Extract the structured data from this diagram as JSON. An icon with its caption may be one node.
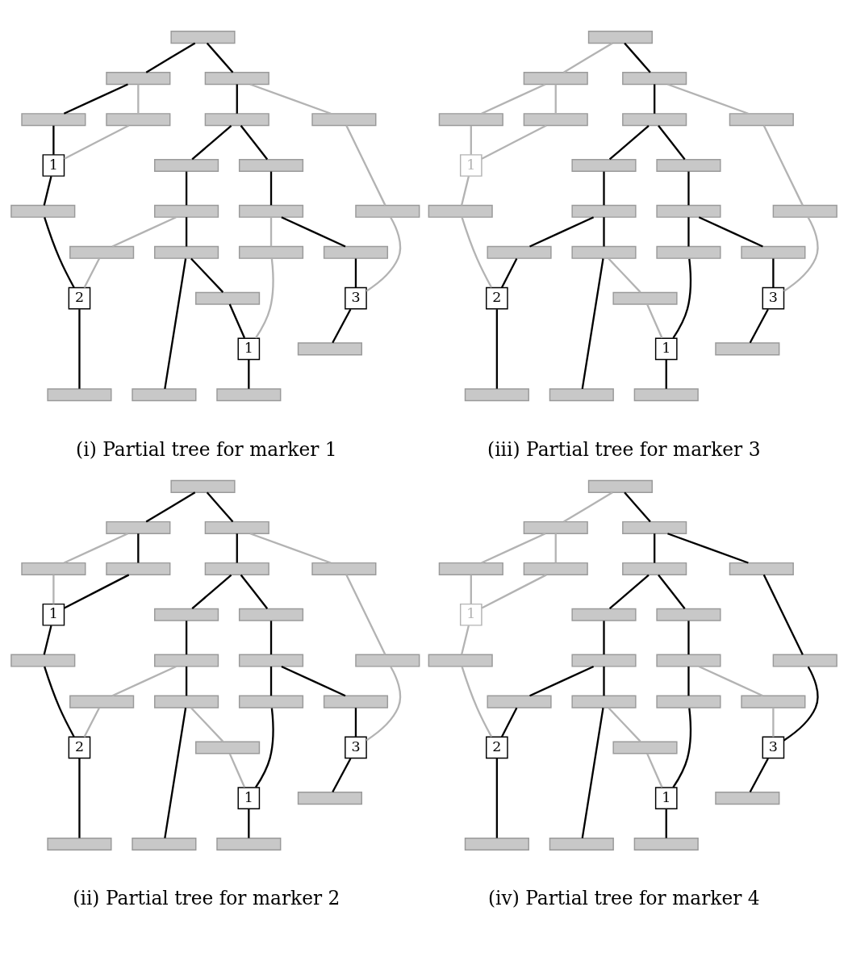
{
  "diagram": {
    "nodes": [
      {
        "text": [],
        "shape": "bar"
      },
      {
        "text": [],
        "shape": "bar"
      },
      {
        "text": [],
        "shape": "bar"
      },
      {
        "text": [],
        "shape": "bar"
      },
      {
        "text": [],
        "shape": "bar"
      },
      {
        "text": [],
        "shape": "bar"
      },
      {
        "text": [],
        "shape": "bar"
      },
      {
        "text": [],
        "shape": "bar"
      },
      {
        "text": [],
        "shape": "bar"
      },
      {
        "text": [],
        "shape": "bar"
      },
      {
        "text": [],
        "shape": "bar"
      },
      {
        "text": [
          "1"
        ]
      },
      {
        "text": [],
        "shape": "bar"
      },
      {
        "text": [],
        "shape": "bar"
      },
      {
        "text": [
          "2"
        ]
      },
      {
        "text": [],
        "shape": "bar"
      },
      {
        "text": [],
        "shape": "bar"
      },
      {
        "text": [],
        "shape": "bar"
      },
      {
        "text": [],
        "shape": "bar"
      },
      {
        "text": [
          "1"
        ]
      },
      {
        "text": [],
        "shape": "bar"
      },
      {
        "text": [],
        "shape": "bar"
      },
      {
        "text": [],
        "shape": "bar"
      },
      {
        "text": [],
        "shape": "bar"
      },
      {
        "text": [
          "3"
        ]
      },
      {
        "text": [],
        "shape": "bar"
      },
      {
        "text": [],
        "shape": "bar"
      },
      {
        "text": [],
        "shape": "bar"
      },
      {
        "text": [],
        "shape": "bar"
      },
      {
        "text": [],
        "shape": "bar"
      },
      {
        "text": [],
        "shape": "bar"
      },
      {
        "text": [],
        "shape": "bar"
      },
      {
        "text": [],
        "shape": "bar"
      },
      {
        "text": [],
        "shape": "bar"
      },
      {
        "text": [],
        "shape": "bar"
      },
      {
        "text": [],
        "shape": "bar"
      },
      {
        "text": [],
        "shape": "bar"
      },
      {
        "text": [
          "1"
        ]
      },
      {
        "text": [],
        "shape": "bar"
      },
      {
        "text": [],
        "shape": "bar"
      },
      {
        "text": [
          "2"
        ]
      },
      {
        "text": [],
        "shape": "bar"
      },
      {
        "text": [],
        "shape": "bar"
      },
      {
        "text": [],
        "shape": "bar"
      },
      {
        "text": [],
        "shape": "bar"
      },
      {
        "text": [
          "1"
        ]
      },
      {
        "text": [],
        "shape": "bar"
      },
      {
        "text": [],
        "shape": "bar"
      },
      {
        "text": [],
        "shape": "bar"
      },
      {
        "text": [],
        "shape": "bar"
      },
      {
        "text": [
          "3"
        ]
      },
      {
        "text": [],
        "shape": "bar"
      },
      {
        "text": [],
        "shape": "bar"
      },
      {
        "text": [],
        "shape": "bar"
      },
      {
        "text": [],
        "shape": "bar"
      },
      {
        "text": [],
        "shape": "bar"
      },
      {
        "text": [],
        "shape": "bar"
      },
      {
        "text": [],
        "shape": "bar"
      },
      {
        "text": [],
        "shape": "bar"
      },
      {
        "text": [],
        "shape": "bar"
      },
      {
        "text": [],
        "shape": "bar"
      },
      {
        "text": [],
        "shape": "bar"
      },
      {
        "text": [],
        "shape": "bar"
      },
      {
        "text": [
          "1"
        ]
      },
      {
        "text": [],
        "shape": "bar"
      },
      {
        "text": [],
        "shape": "bar"
      },
      {
        "text": [
          "2"
        ]
      },
      {
        "text": [],
        "shape": "bar"
      },
      {
        "text": [],
        "shape": "bar"
      },
      {
        "text": [],
        "shape": "bar"
      },
      {
        "text": [],
        "shape": "bar"
      },
      {
        "text": [
          "1"
        ]
      },
      {
        "text": [],
        "shape": "bar"
      },
      {
        "text": [],
        "shape": "bar"
      },
      {
        "text": [],
        "shape": "bar"
      },
      {
        "text": [],
        "shape": "bar"
      },
      {
        "text": [
          "3"
        ]
      },
      {
        "text": [],
        "shape": "bar"
      },
      {
        "text": [],
        "shape": "bar"
      },
      {
        "text": [],
        "shape": "bar"
      },
      {
        "text": [],
        "shape": "bar"
      },
      {
        "text": [],
        "shape": "bar"
      },
      {
        "text": [],
        "shape": "bar"
      },
      {
        "text": [],
        "shape": "bar"
      },
      {
        "text": [],
        "shape": "bar"
      },
      {
        "text": [],
        "shape": "bar"
      },
      {
        "text": [],
        "shape": "bar"
      },
      {
        "text": [],
        "shape": "bar"
      },
      {
        "text": [],
        "shape": "bar"
      },
      {
        "text": [
          "1"
        ]
      },
      {
        "text": [],
        "shape": "bar"
      },
      {
        "text": [],
        "shape": "bar"
      },
      {
        "text": [
          "2"
        ]
      },
      {
        "text": [],
        "shape": "bar"
      },
      {
        "text": [],
        "shape": "bar"
      },
      {
        "text": [],
        "shape": "bar"
      },
      {
        "text": [],
        "shape": "bar"
      },
      {
        "text": [
          "1"
        ]
      },
      {
        "text": [],
        "shape": "bar"
      },
      {
        "text": [],
        "shape": "bar"
      },
      {
        "text": [],
        "shape": "bar"
      },
      {
        "text": [],
        "shape": "bar"
      },
      {
        "text": [
          "3"
        ]
      },
      {
        "text": [],
        "shape": "bar"
      }
    ],
    "edges": [
      {
        "from": 0,
        "to": 1,
        "arrow": "none"
      },
      {
        "from": 0,
        "to": 2,
        "arrow": "none"
      },
      {
        "from": 1,
        "to": 9,
        "arrow": "none"
      },
      {
        "from": 1,
        "to": 10,
        "arrow": "none",
        "color": "#b3b3b3"
      },
      {
        "from": 2,
        "to": 3,
        "arrow": "none"
      },
      {
        "from": 2,
        "to": 4,
        "arrow": "none",
        "color": "#b3b3b3"
      },
      {
        "from": 3,
        "to": 5,
        "arrow": "none"
      },
      {
        "from": 3,
        "to": 7,
        "arrow": "none"
      },
      {
        "from": 5,
        "to": 6,
        "arrow": "none"
      },
      {
        "from": 7,
        "to": 8,
        "arrow": "none"
      },
      {
        "from": 9,
        "to": 11,
        "arrow": "none"
      },
      {
        "from": 10,
        "to": 11,
        "arrow": "none",
        "color": "#b3b3b3"
      },
      {
        "from": 11,
        "to": 12,
        "arrow": "none"
      },
      {
        "from": 6,
        "to": 13,
        "arrow": "none",
        "color": "#b3b3b3"
      },
      {
        "from": 6,
        "to": 16,
        "arrow": "none"
      },
      {
        "from": 12,
        "to": 14,
        "arrow": "none"
      },
      {
        "from": 13,
        "to": 14,
        "arrow": "none",
        "color": "#b3b3b3"
      },
      {
        "from": 14,
        "to": 15,
        "arrow": "none"
      },
      {
        "from": 16,
        "to": 21,
        "arrow": "none"
      },
      {
        "from": 16,
        "to": 17,
        "arrow": "none"
      },
      {
        "from": 17,
        "to": 19,
        "arrow": "none"
      },
      {
        "from": 18,
        "to": 19,
        "arrow": "none",
        "color": "#b3b3b3"
      },
      {
        "from": 19,
        "to": 20,
        "arrow": "none"
      },
      {
        "from": 8,
        "to": 18,
        "arrow": "none",
        "color": "#b3b3b3"
      },
      {
        "from": 8,
        "to": 22,
        "arrow": "none"
      },
      {
        "from": 22,
        "to": 24,
        "arrow": "none"
      },
      {
        "from": 4,
        "to": 23,
        "arrow": "none",
        "color": "#b3b3b3"
      },
      {
        "from": 23,
        "to": 24,
        "arrow": "none",
        "color": "#b3b3b3"
      },
      {
        "from": 24,
        "to": 25,
        "arrow": "none"
      },
      {
        "from": 26,
        "to": 27,
        "arrow": "none",
        "color": "#b3b3b3"
      },
      {
        "from": 26,
        "to": 28,
        "arrow": "none"
      },
      {
        "from": 27,
        "to": 35,
        "arrow": "none",
        "color": "#b3b3b3"
      },
      {
        "from": 27,
        "to": 36,
        "arrow": "none",
        "color": "#b3b3b3"
      },
      {
        "from": 28,
        "to": 29,
        "arrow": "none"
      },
      {
        "from": 28,
        "to": 30,
        "arrow": "none",
        "color": "#b3b3b3"
      },
      {
        "from": 29,
        "to": 31,
        "arrow": "none"
      },
      {
        "from": 29,
        "to": 33,
        "arrow": "none"
      },
      {
        "from": 31,
        "to": 32,
        "arrow": "none"
      },
      {
        "from": 33,
        "to": 34,
        "arrow": "none"
      },
      {
        "from": 35,
        "to": 37,
        "arrow": "none",
        "color": "#b3b3b3"
      },
      {
        "from": 36,
        "to": 37,
        "arrow": "none",
        "color": "#b3b3b3"
      },
      {
        "from": 37,
        "to": 38,
        "arrow": "none",
        "color": "#b3b3b3"
      },
      {
        "from": 32,
        "to": 39,
        "arrow": "none"
      },
      {
        "from": 32,
        "to": 42,
        "arrow": "none"
      },
      {
        "from": 38,
        "to": 40,
        "arrow": "none",
        "color": "#b3b3b3"
      },
      {
        "from": 39,
        "to": 40,
        "arrow": "none"
      },
      {
        "from": 40,
        "to": 41,
        "arrow": "none"
      },
      {
        "from": 42,
        "to": 47,
        "arrow": "none"
      },
      {
        "from": 42,
        "to": 43,
        "arrow": "none",
        "color": "#b3b3b3"
      },
      {
        "from": 43,
        "to": 45,
        "arrow": "none",
        "color": "#b3b3b3"
      },
      {
        "from": 44,
        "to": 45,
        "arrow": "none"
      },
      {
        "from": 45,
        "to": 46,
        "arrow": "none"
      },
      {
        "from": 34,
        "to": 44,
        "arrow": "none"
      },
      {
        "from": 34,
        "to": 48,
        "arrow": "none"
      },
      {
        "from": 48,
        "to": 50,
        "arrow": "none"
      },
      {
        "from": 30,
        "to": 49,
        "arrow": "none",
        "color": "#b3b3b3"
      },
      {
        "from": 49,
        "to": 50,
        "arrow": "none",
        "color": "#b3b3b3"
      },
      {
        "from": 50,
        "to": 51,
        "arrow": "none"
      },
      {
        "from": 52,
        "to": 53,
        "arrow": "none"
      },
      {
        "from": 52,
        "to": 54,
        "arrow": "none"
      },
      {
        "from": 53,
        "to": 61,
        "arrow": "none",
        "color": "#b3b3b3"
      },
      {
        "from": 53,
        "to": 62,
        "arrow": "none"
      },
      {
        "from": 54,
        "to": 55,
        "arrow": "none"
      },
      {
        "from": 54,
        "to": 56,
        "arrow": "none",
        "color": "#b3b3b3"
      },
      {
        "from": 55,
        "to": 57,
        "arrow": "none"
      },
      {
        "from": 55,
        "to": 59,
        "arrow": "none"
      },
      {
        "from": 57,
        "to": 58,
        "arrow": "none"
      },
      {
        "from": 59,
        "to": 60,
        "arrow": "none"
      },
      {
        "from": 61,
        "to": 63,
        "arrow": "none",
        "color": "#b3b3b3"
      },
      {
        "from": 62,
        "to": 63,
        "arrow": "none"
      },
      {
        "from": 63,
        "to": 64,
        "arrow": "none"
      },
      {
        "from": 58,
        "to": 65,
        "arrow": "none",
        "color": "#b3b3b3"
      },
      {
        "from": 58,
        "to": 68,
        "arrow": "none"
      },
      {
        "from": 64,
        "to": 66,
        "arrow": "none"
      },
      {
        "from": 65,
        "to": 66,
        "arrow": "none",
        "color": "#b3b3b3"
      },
      {
        "from": 66,
        "to": 67,
        "arrow": "none"
      },
      {
        "from": 68,
        "to": 73,
        "arrow": "none"
      },
      {
        "from": 68,
        "to": 69,
        "arrow": "none",
        "color": "#b3b3b3"
      },
      {
        "from": 69,
        "to": 71,
        "arrow": "none",
        "color": "#b3b3b3"
      },
      {
        "from": 70,
        "to": 71,
        "arrow": "none"
      },
      {
        "from": 71,
        "to": 72,
        "arrow": "none"
      },
      {
        "from": 60,
        "to": 70,
        "arrow": "none"
      },
      {
        "from": 60,
        "to": 74,
        "arrow": "none"
      },
      {
        "from": 74,
        "to": 76,
        "arrow": "none"
      },
      {
        "from": 56,
        "to": 75,
        "arrow": "none",
        "color": "#b3b3b3"
      },
      {
        "from": 75,
        "to": 76,
        "arrow": "none",
        "color": "#b3b3b3"
      },
      {
        "from": 76,
        "to": 77,
        "arrow": "none"
      },
      {
        "from": 78,
        "to": 79,
        "arrow": "none",
        "color": "#b3b3b3"
      },
      {
        "from": 78,
        "to": 80,
        "arrow": "none"
      },
      {
        "from": 79,
        "to": 87,
        "arrow": "none",
        "color": "#b3b3b3"
      },
      {
        "from": 79,
        "to": 88,
        "arrow": "none",
        "color": "#b3b3b3"
      },
      {
        "from": 80,
        "to": 81,
        "arrow": "none"
      },
      {
        "from": 80,
        "to": 82,
        "arrow": "none"
      },
      {
        "from": 81,
        "to": 83,
        "arrow": "none"
      },
      {
        "from": 81,
        "to": 85,
        "arrow": "none"
      },
      {
        "from": 83,
        "to": 84,
        "arrow": "none"
      },
      {
        "from": 85,
        "to": 86,
        "arrow": "none"
      },
      {
        "from": 87,
        "to": 89,
        "arrow": "none",
        "color": "#b3b3b3"
      },
      {
        "from": 88,
        "to": 89,
        "arrow": "none",
        "color": "#b3b3b3"
      },
      {
        "from": 89,
        "to": 90,
        "arrow": "none",
        "color": "#b3b3b3"
      },
      {
        "from": 84,
        "to": 91,
        "arrow": "none"
      },
      {
        "from": 84,
        "to": 94,
        "arrow": "none"
      },
      {
        "from": 90,
        "to": 92,
        "arrow": "none",
        "color": "#b3b3b3"
      },
      {
        "from": 91,
        "to": 92,
        "arrow": "none"
      },
      {
        "from": 92,
        "to": 93,
        "arrow": "none"
      },
      {
        "from": 94,
        "to": 99,
        "arrow": "none"
      },
      {
        "from": 94,
        "to": 95,
        "arrow": "none",
        "color": "#b3b3b3"
      },
      {
        "from": 95,
        "to": 97,
        "arrow": "none",
        "color": "#b3b3b3"
      },
      {
        "from": 96,
        "to": 97,
        "arrow": "none"
      },
      {
        "from": 97,
        "to": 98,
        "arrow": "none"
      },
      {
        "from": 86,
        "to": 96,
        "arrow": "none"
      },
      {
        "from": 86,
        "to": 100,
        "arrow": "none",
        "color": "#b3b3b3"
      },
      {
        "from": 100,
        "to": 102,
        "arrow": "none",
        "color": "#b3b3b3"
      },
      {
        "from": 82,
        "to": 101,
        "arrow": "none"
      },
      {
        "from": 101,
        "to": 102,
        "arrow": "none"
      },
      {
        "from": 102,
        "to": 103,
        "arrow": "none"
      }
    ],
    "labels": [
      "(i) Partial tree for marker 1",
      "(iii) Partial tree for marker 3",
      "(ii) Partial tree for marker 2",
      "(iv) Partial tree for marker 4"
    ]
  }
}
